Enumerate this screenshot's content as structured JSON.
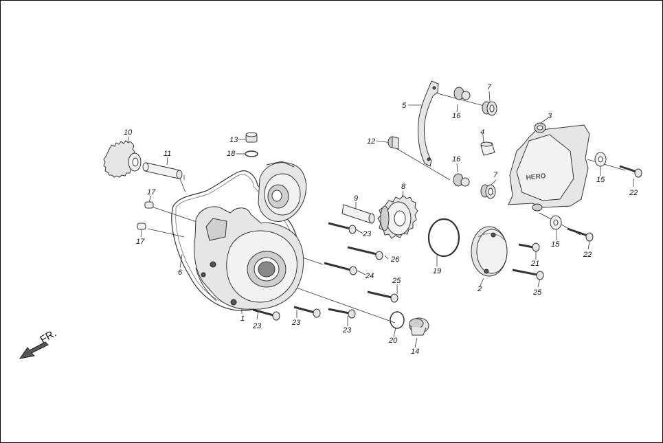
{
  "brand_text": "HERO",
  "front_indicator": "FR.",
  "callouts": [
    {
      "id": "c1",
      "text": "1"
    },
    {
      "id": "c2",
      "text": "2"
    },
    {
      "id": "c3",
      "text": "3"
    },
    {
      "id": "c4",
      "text": "4"
    },
    {
      "id": "c5",
      "text": "5"
    },
    {
      "id": "c6",
      "text": "6"
    },
    {
      "id": "c7a",
      "text": "7"
    },
    {
      "id": "c7b",
      "text": "7"
    },
    {
      "id": "c8",
      "text": "8"
    },
    {
      "id": "c9",
      "text": "9"
    },
    {
      "id": "c10",
      "text": "10"
    },
    {
      "id": "c11",
      "text": "11"
    },
    {
      "id": "c12",
      "text": "12"
    },
    {
      "id": "c13",
      "text": "13"
    },
    {
      "id": "c14",
      "text": "14"
    },
    {
      "id": "c15a",
      "text": "15"
    },
    {
      "id": "c15b",
      "text": "15"
    },
    {
      "id": "c16a",
      "text": "16"
    },
    {
      "id": "c16b",
      "text": "16"
    },
    {
      "id": "c17a",
      "text": "17"
    },
    {
      "id": "c17b",
      "text": "17"
    },
    {
      "id": "c18",
      "text": "18"
    },
    {
      "id": "c19",
      "text": "19"
    },
    {
      "id": "c20",
      "text": "20"
    },
    {
      "id": "c21",
      "text": "21"
    },
    {
      "id": "c22a",
      "text": "22"
    },
    {
      "id": "c22b",
      "text": "22"
    },
    {
      "id": "c23a",
      "text": "23"
    },
    {
      "id": "c23b",
      "text": "23"
    },
    {
      "id": "c23c",
      "text": "23"
    },
    {
      "id": "c23d",
      "text": "23"
    },
    {
      "id": "c24",
      "text": "24"
    },
    {
      "id": "c25a",
      "text": "25"
    },
    {
      "id": "c25b",
      "text": "25"
    },
    {
      "id": "c26",
      "text": "26"
    }
  ]
}
